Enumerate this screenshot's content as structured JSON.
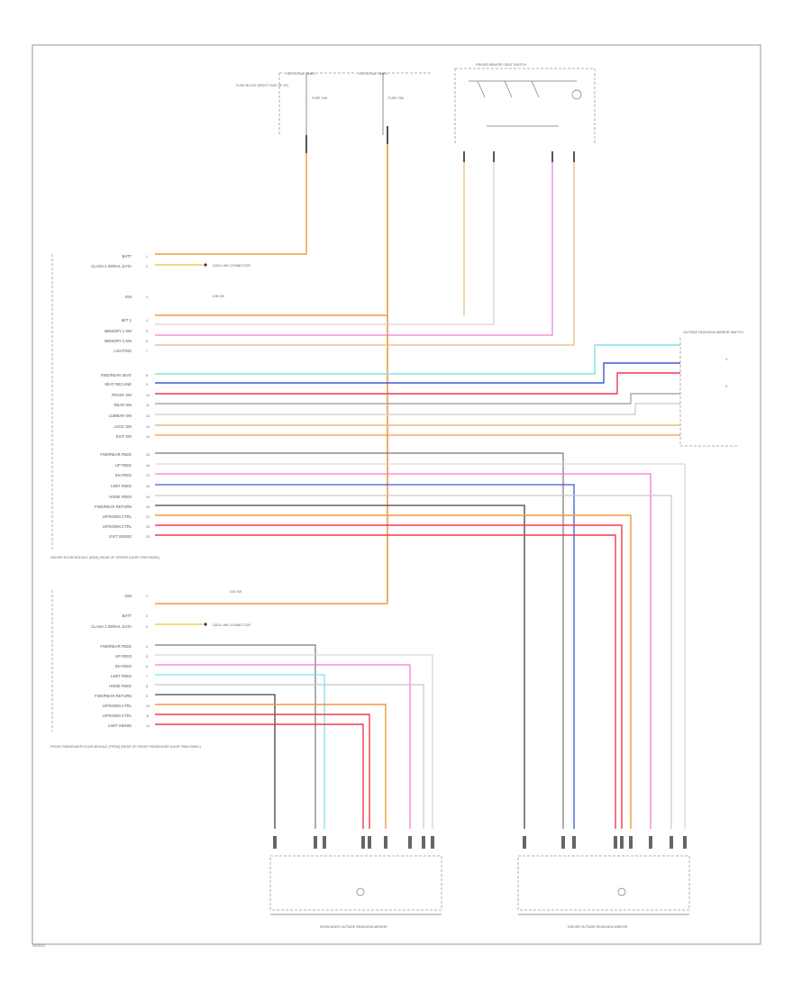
{
  "diagram": {
    "code": "G09031",
    "top_labels": {
      "fuse_left": "HOT AT ALL TIMES",
      "fuse_right": "HOT AT ALL TIMES",
      "fuse_block_note": "FUSE BLOCK (RIGHT SIDE OF I/P)",
      "seat_switch": "DRIVER MEMORY SEAT SWITCH",
      "fuse_a": "FUSE 15A",
      "fuse_b": "FUSE 25A"
    },
    "left_labels": [
      "BATT",
      "CLASS 2 SERIAL DATA",
      "IGN",
      "SET 1",
      "MEMORY 1 SW",
      "MEMORY 2 SW",
      "LIGHTING",
      "FWD/REAR SEAT",
      "SEAT RECLINE",
      "FRONT SW",
      "REAR SW",
      "LUMBAR SW",
      "LOCK SW",
      "EXIT SW",
      "FWD/REAR FEED",
      "UP FEED",
      "DN FEED",
      "LIMIT FEED",
      "HOME FEED",
      "FWD/REAR RETURN",
      "UP/DOWN CTRL",
      "UP/DOWN CTRL",
      "EXIT SENSE"
    ],
    "left_labels_lower": [
      "IGN",
      "BATT",
      "CLASS 2 SERIAL DATA",
      "FWD/REAR FEED",
      "UP FEED",
      "DN FEED",
      "LIMIT FEED",
      "HOME FEED",
      "FWD/REAR RETURN",
      "UP/DOWN CTRL",
      "UP/DOWN CTRL",
      "LIMIT SENSE"
    ],
    "module_labels": {
      "driver_module": "DRIVER DOOR MODULE (DDM) (REAR OF DRIVER DOOR TRIM PANEL)",
      "passenger_module": "FRONT PASSENGER DOOR MODULE (FPDM) (REAR OF FRONT PASSENGER DOOR TRIM PANEL)",
      "right_connector": "OUTSIDE REARVIEW MIRROR SWITCH",
      "pass_motor": "PASSENGER OUTSIDE REARVIEW MIRROR",
      "driver_motor": "DRIVER OUTSIDE REARVIEW MIRROR"
    },
    "connector_notes": {
      "splice_upper": "DATA LINK CONNECTOR",
      "splice_lower": "DATA LINK CONNECTOR",
      "ign_note": "IGN SW",
      "ign_note_lower": "IGN SW"
    },
    "wire_colors": {
      "orange": "#f29a3c",
      "pink": "#f07cd8",
      "cyan": "#7fe3e8",
      "blue": "#3d5bd4",
      "red": "#f03a4e",
      "gray": "#a8a8a8",
      "lightgray": "#d2d2d2",
      "yellow": "#e8d05a",
      "tan": "#e8b878",
      "black": "#444444",
      "violet": "#c27be8"
    }
  }
}
